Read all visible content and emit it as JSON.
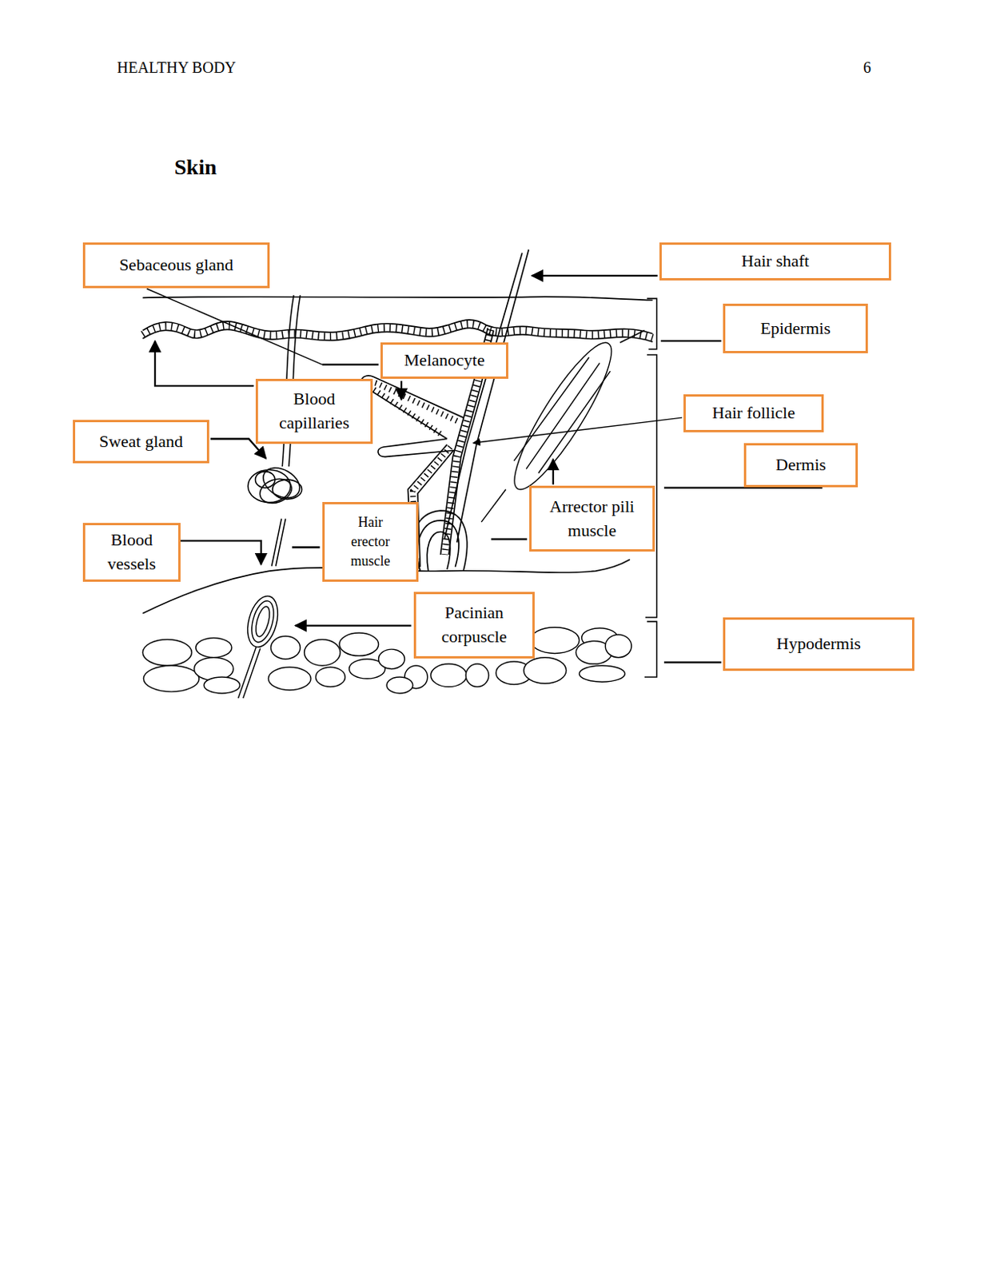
{
  "diagram": {
    "title": "Skin",
    "nodes": [
      {
        "text": [
          "Sebaceous gland"
        ]
      },
      {
        "text": [
          "Hair shaft"
        ]
      },
      {
        "text": [
          "Epidermis"
        ]
      },
      {
        "text": [
          "Melanocyte"
        ]
      },
      {
        "text": [
          "Blood capillaries"
        ]
      },
      {
        "text": [
          "Hair follicle"
        ]
      },
      {
        "text": [
          "Sweat gland"
        ]
      },
      {
        "text": [
          "Dermis"
        ]
      },
      {
        "text": [
          "Arrector pili muscle"
        ]
      },
      {
        "text": [
          "Hair erector muscle"
        ]
      },
      {
        "text": [
          "Blood vessels"
        ]
      },
      {
        "text": [
          "Pacinian corpuscle"
        ]
      },
      {
        "text": [
          "Hypodermis"
        ]
      }
    ],
    "labels": [
      "HEALTHY BODY",
      "6"
    ]
  }
}
